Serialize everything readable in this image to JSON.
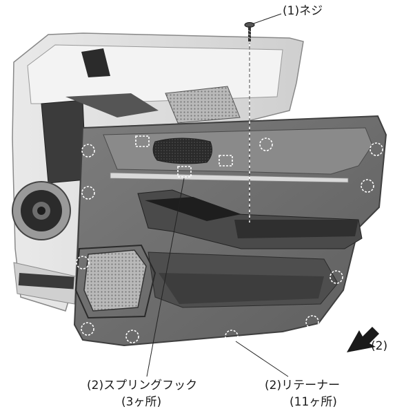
{
  "labels": {
    "screw": "(1)ネジ",
    "arrow_callout": "(2)",
    "spring_hook": "(2)スプリングフック",
    "spring_hook_count": "(3ヶ所)",
    "retainer": "(2)リテーナー",
    "retainer_count": "(11ヶ所)"
  }
}
